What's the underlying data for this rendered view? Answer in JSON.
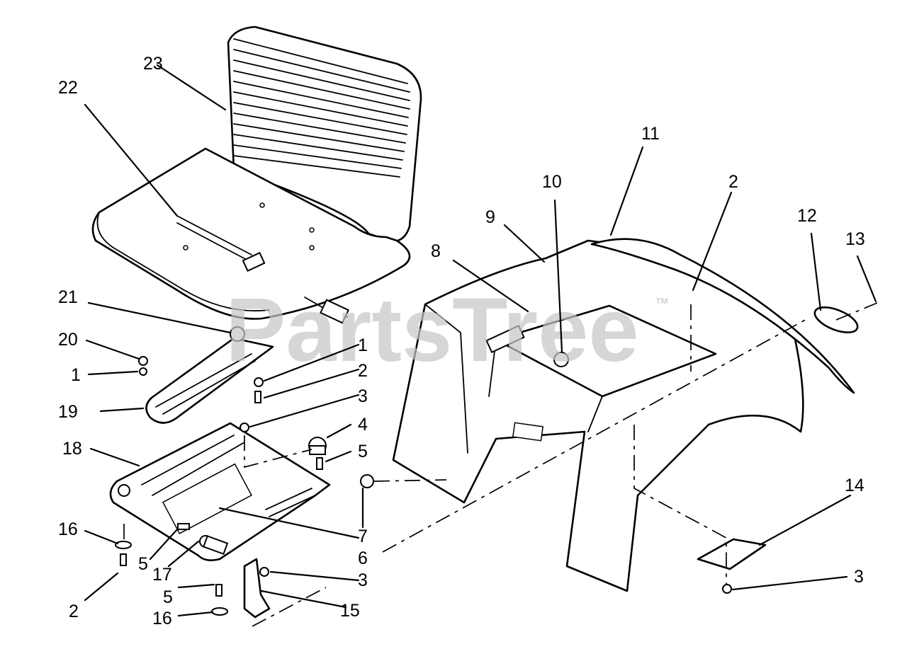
{
  "watermark": {
    "text": "PartsTree",
    "trademark": "™"
  },
  "callouts": [
    {
      "id": "c-1a",
      "label": "1"
    },
    {
      "id": "c-1b",
      "label": "1"
    },
    {
      "id": "c-2a",
      "label": "2"
    },
    {
      "id": "c-2b",
      "label": "2"
    },
    {
      "id": "c-2c",
      "label": "2"
    },
    {
      "id": "c-3a",
      "label": "3"
    },
    {
      "id": "c-3b",
      "label": "3"
    },
    {
      "id": "c-3c",
      "label": "3"
    },
    {
      "id": "c-4",
      "label": "4"
    },
    {
      "id": "c-5a",
      "label": "5"
    },
    {
      "id": "c-5b",
      "label": "5"
    },
    {
      "id": "c-5c",
      "label": "5"
    },
    {
      "id": "c-6",
      "label": "6"
    },
    {
      "id": "c-7",
      "label": "7"
    },
    {
      "id": "c-8",
      "label": "8"
    },
    {
      "id": "c-9",
      "label": "9"
    },
    {
      "id": "c-10",
      "label": "10"
    },
    {
      "id": "c-11",
      "label": "11"
    },
    {
      "id": "c-12",
      "label": "12"
    },
    {
      "id": "c-13",
      "label": "13"
    },
    {
      "id": "c-14",
      "label": "14"
    },
    {
      "id": "c-15",
      "label": "15"
    },
    {
      "id": "c-16a",
      "label": "16"
    },
    {
      "id": "c-16b",
      "label": "16"
    },
    {
      "id": "c-17",
      "label": "17"
    },
    {
      "id": "c-18",
      "label": "18"
    },
    {
      "id": "c-19",
      "label": "19"
    },
    {
      "id": "c-20",
      "label": "20"
    },
    {
      "id": "c-21",
      "label": "21"
    },
    {
      "id": "c-22",
      "label": "22"
    },
    {
      "id": "c-23",
      "label": "23"
    }
  ]
}
